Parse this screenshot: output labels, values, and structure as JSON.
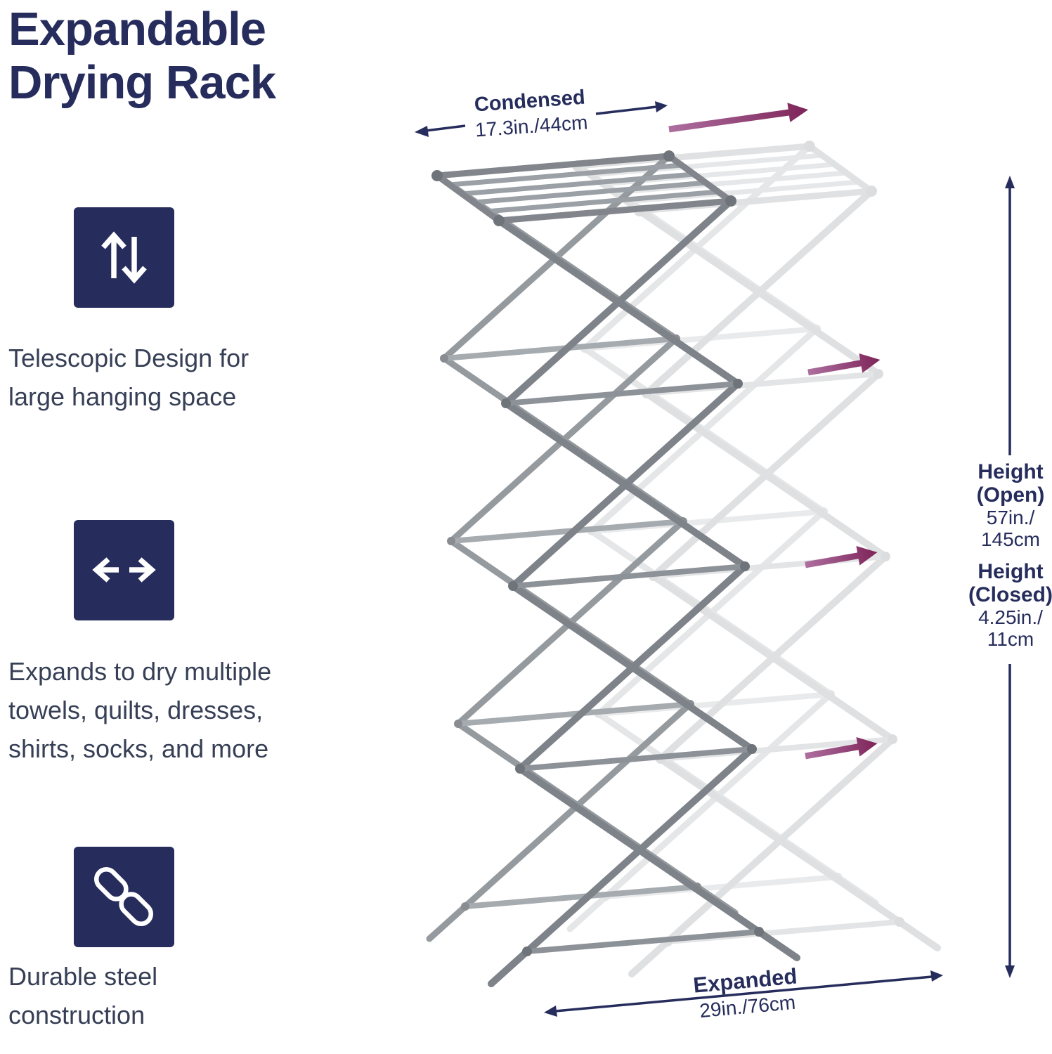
{
  "title": {
    "line1": "Expandable",
    "line2": "Drying Rack"
  },
  "features": [
    {
      "icon": "telescopic-arrows-icon",
      "lines": [
        "Telescopic Design for",
        "large hanging space"
      ]
    },
    {
      "icon": "expand-arrows-icon",
      "lines": [
        "Expands to dry multiple",
        "towels, quilts, dresses,",
        "shirts, socks, and more"
      ]
    },
    {
      "icon": "chain-link-icon",
      "lines": [
        "Durable steel",
        "construction"
      ]
    }
  ],
  "dimensions": {
    "condensed": {
      "label": "Condensed",
      "value": "17.3in./44cm"
    },
    "expanded": {
      "label": "Expanded",
      "value": "29in./76cm"
    },
    "height_open": {
      "label1": "Height",
      "label2": "(Open)",
      "value1": "57in./",
      "value2": "145cm"
    },
    "height_closed": {
      "label1": "Height",
      "label2": "(Closed)",
      "value1": "4.25in./",
      "value2": "11cm"
    }
  },
  "illustration": {
    "subject": "accordion folding drying rack, condensed (solid gray) with expanded ghost copy",
    "expansion_arrow_count": 4,
    "expansion_arrow_direction": "right"
  },
  "colors": {
    "navy": "#262d5c",
    "body_text": "#363f55",
    "rack_front_gray": "#7e838a",
    "rack_back_gray": "#959a9f",
    "rack_rod_gray": "#a6abb0",
    "arrow_magenta_light": "#ad6f9f",
    "arrow_magenta_dark": "#7e2459"
  }
}
